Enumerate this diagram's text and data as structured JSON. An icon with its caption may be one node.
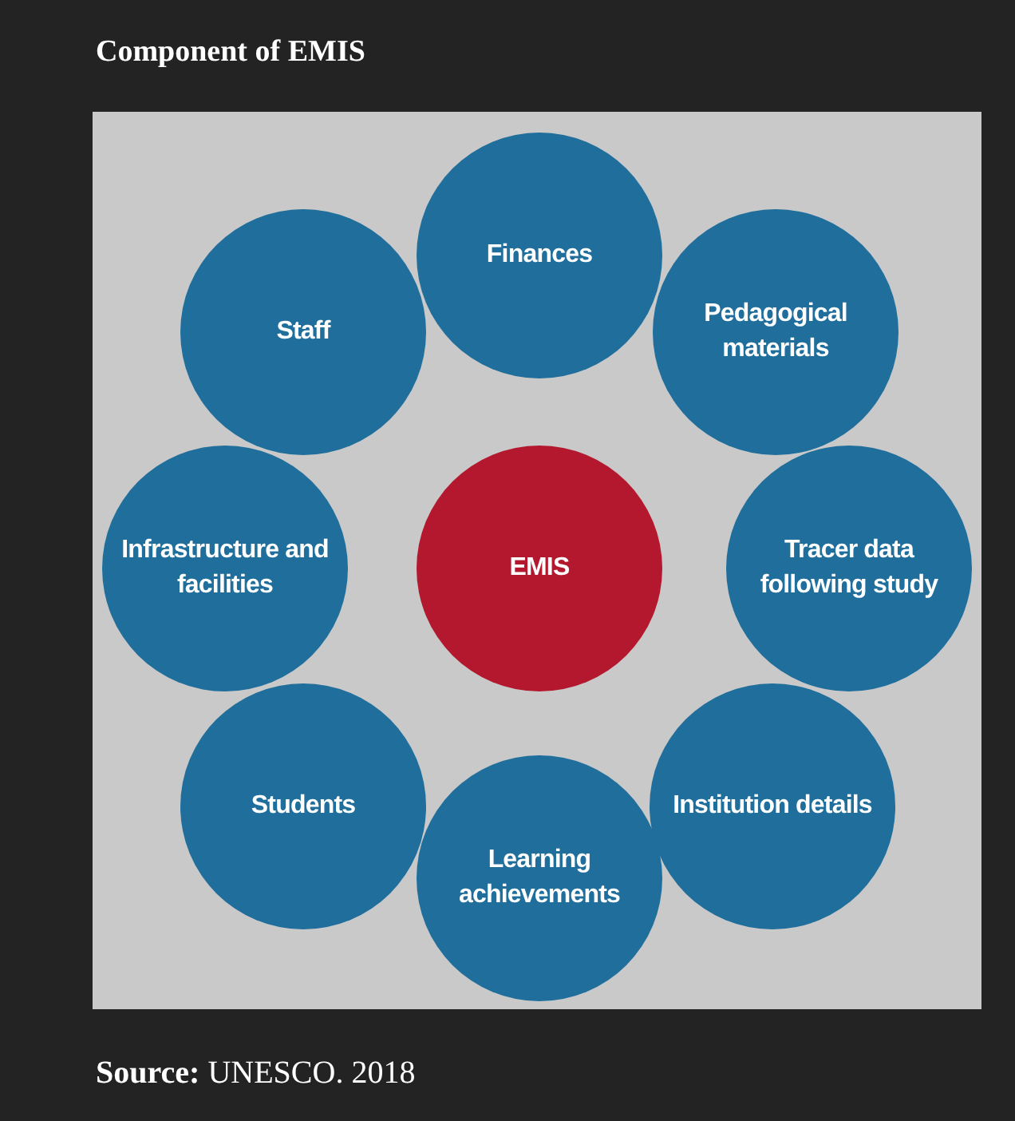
{
  "diagram": {
    "title": "Component of EMIS",
    "nodes": [
      {
        "text": [
          "Finances"
        ]
      },
      {
        "text": [
          "Staff"
        ]
      },
      {
        "text": [
          "Pedagogical materials"
        ]
      },
      {
        "text": [
          "Infrastructure and facilities"
        ]
      },
      {
        "text": [
          "EMIS"
        ]
      },
      {
        "text": [
          "Tracer data following study"
        ]
      },
      {
        "text": [
          "Students"
        ]
      },
      {
        "text": [
          "Institution details"
        ]
      },
      {
        "text": [
          "Learning achievements"
        ]
      }
    ],
    "caption": "**Source:** UNESCO. 2018"
  }
}
